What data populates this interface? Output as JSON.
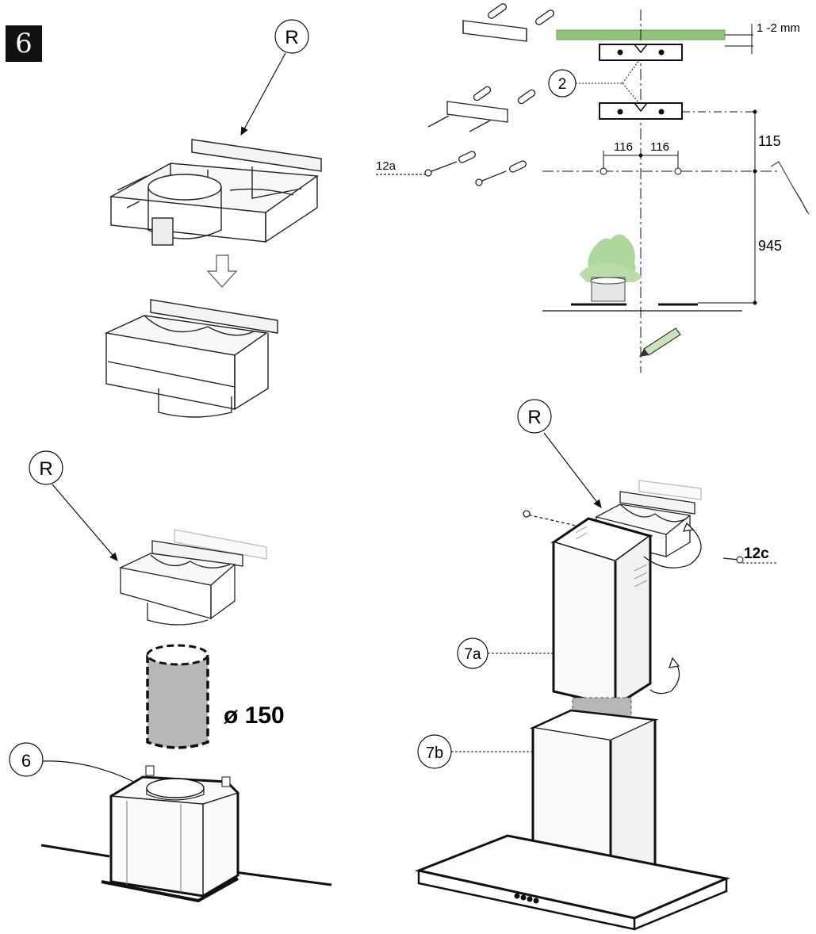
{
  "step_number": "6",
  "labels": {
    "r_top": "R",
    "r_middle_left": "R",
    "r_right": "R",
    "part_2": "2",
    "part_6": "6",
    "part_7a": "7a",
    "part_7b": "7b",
    "part_12a": "12a",
    "part_12c": "12c"
  },
  "dimensions": {
    "gap": "1 -2 mm",
    "spacing_left": "116",
    "spacing_right": "116",
    "height_upper": "115",
    "height_lower": "945",
    "duct_diameter": "ø 150"
  },
  "colors": {
    "ceiling": "#8fc27a",
    "plant": "#9fd08a",
    "duct_fill": "#b7b7b7",
    "line": "#111111"
  },
  "icons": [
    "pencil-icon",
    "screw-icon",
    "wall-plug-icon",
    "curved-arrow-icon",
    "down-arrow-icon"
  ]
}
